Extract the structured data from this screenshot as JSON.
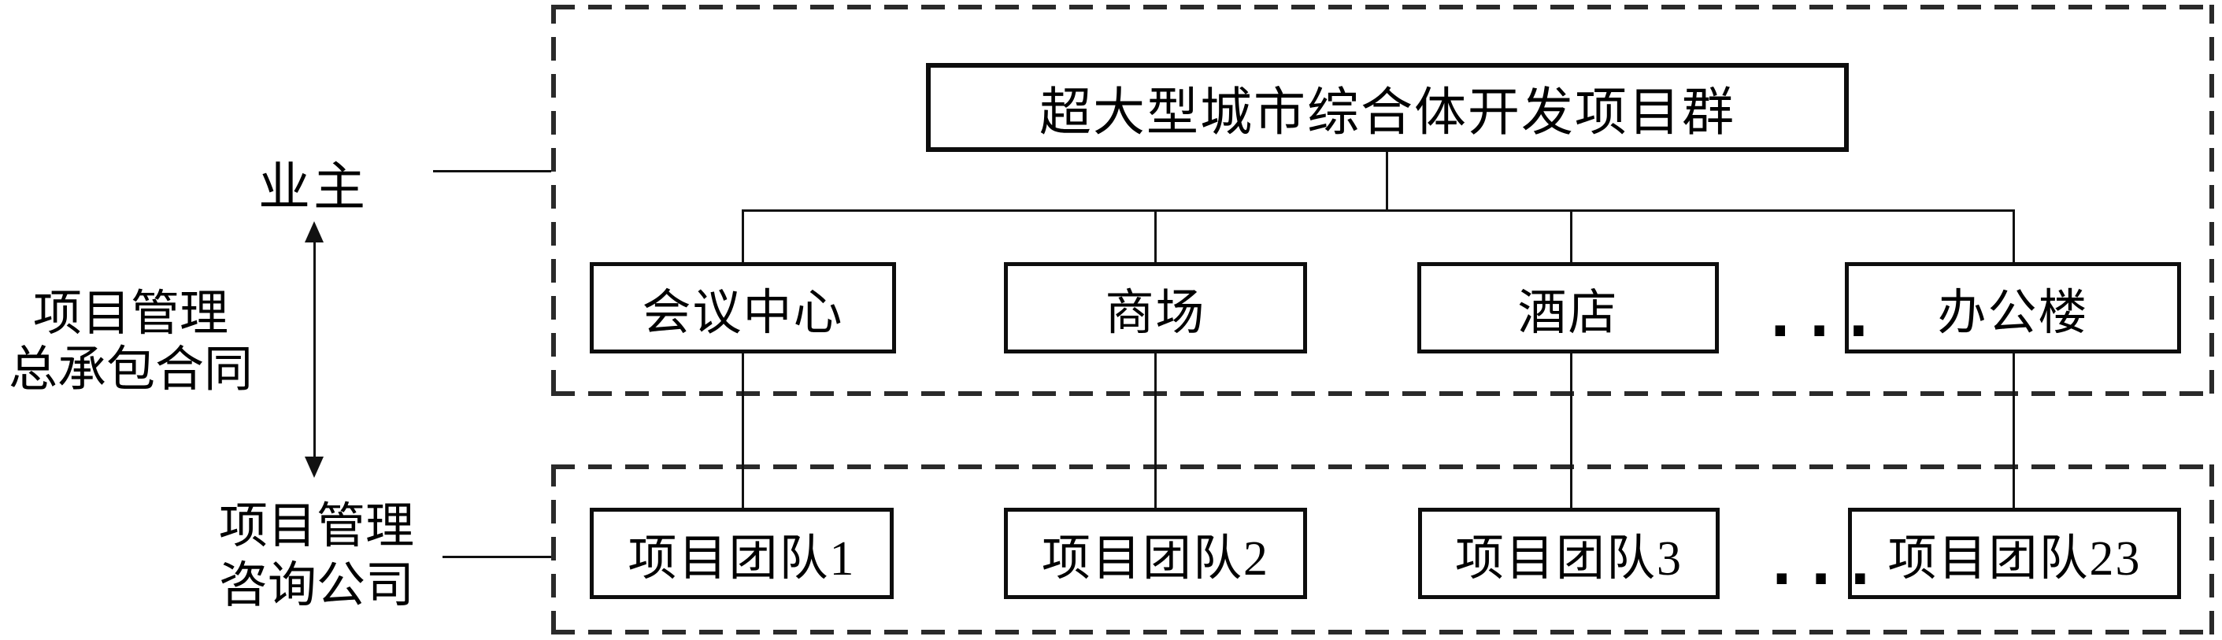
{
  "colors": {
    "ink": "#111111",
    "frame_dash": "#2a2a2a",
    "background": "#ffffff"
  },
  "root": {
    "label": "超大型城市综合体开发项目群"
  },
  "left_labels": {
    "owner": "业主",
    "contract_line1": "项目管理",
    "contract_line2": "总承包合同",
    "consultant_line1": "项目管理",
    "consultant_line2": "咨询公司"
  },
  "sub_projects": [
    {
      "label": "会议中心"
    },
    {
      "label": "商场"
    },
    {
      "label": "酒店"
    },
    {
      "label": "办公楼"
    }
  ],
  "teams": [
    {
      "label": "项目团队1"
    },
    {
      "label": "项目团队2"
    },
    {
      "label": "项目团队3"
    },
    {
      "label": "项目团队23"
    }
  ],
  "ellipsis": "..."
}
